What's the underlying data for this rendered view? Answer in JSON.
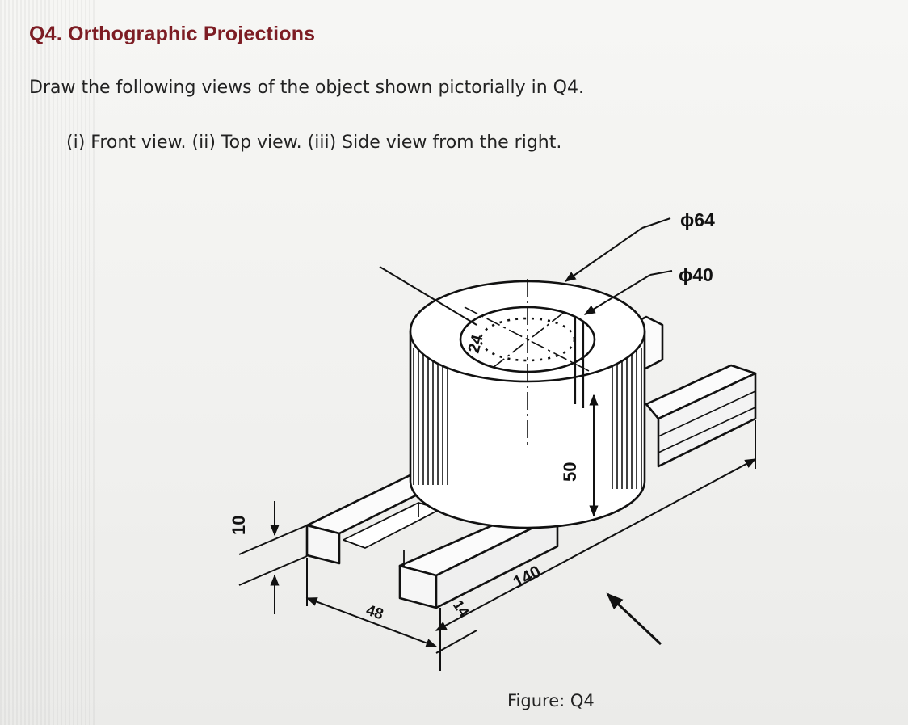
{
  "question": {
    "heading": "Q4. Orthographic Projections",
    "instruction": "Draw the following views of the object shown pictorially in Q4.",
    "views": "(i) Front view. (ii) Top view. (iii) Side view from the right."
  },
  "figure": {
    "caption": "Figure: Q4",
    "dimensions": {
      "outer_diameter": "ϕ64",
      "inner_diameter": "ϕ40",
      "slot_width": "24",
      "cylinder_height": "50",
      "base_thickness": "10",
      "length": "140",
      "width": "48",
      "rail_width": "14"
    }
  }
}
